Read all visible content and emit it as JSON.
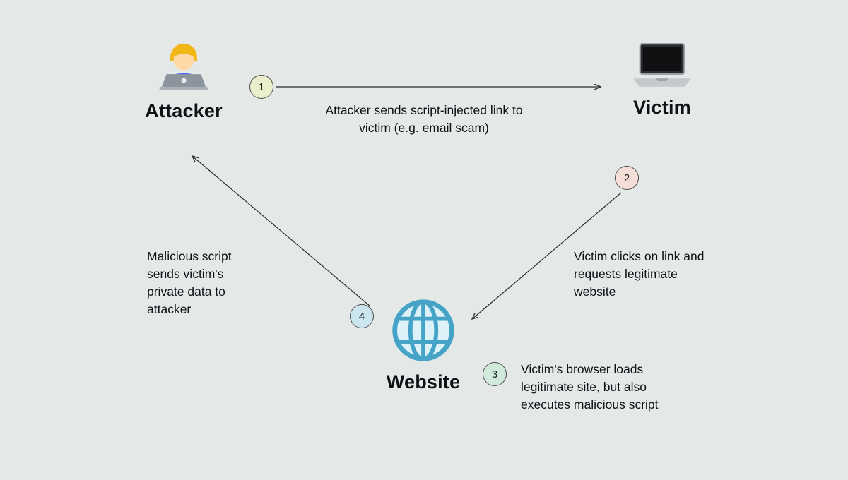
{
  "canvas": {
    "background": "#e4e9e8"
  },
  "nodes": {
    "attacker": {
      "label": "Attacker",
      "icon": "man-technologist"
    },
    "victim": {
      "label": "Victim",
      "icon": "laptop"
    },
    "website": {
      "label": "Website",
      "icon": "globe"
    }
  },
  "steps": [
    {
      "number": "1",
      "badge_color": "#eaeeca",
      "text": "Attacker sends script-injected link to victim (e.g. email scam)"
    },
    {
      "number": "2",
      "badge_color": "#f6ded8",
      "text": "Victim clicks on link and requests legitimate website"
    },
    {
      "number": "3",
      "badge_color": "#cfe9da",
      "text": "Victim's browser loads legitimate site, but also executes malicious script"
    },
    {
      "number": "4",
      "badge_color": "#cbe6ee",
      "text": "Malicious script sends victim's private data to attacker"
    }
  ]
}
